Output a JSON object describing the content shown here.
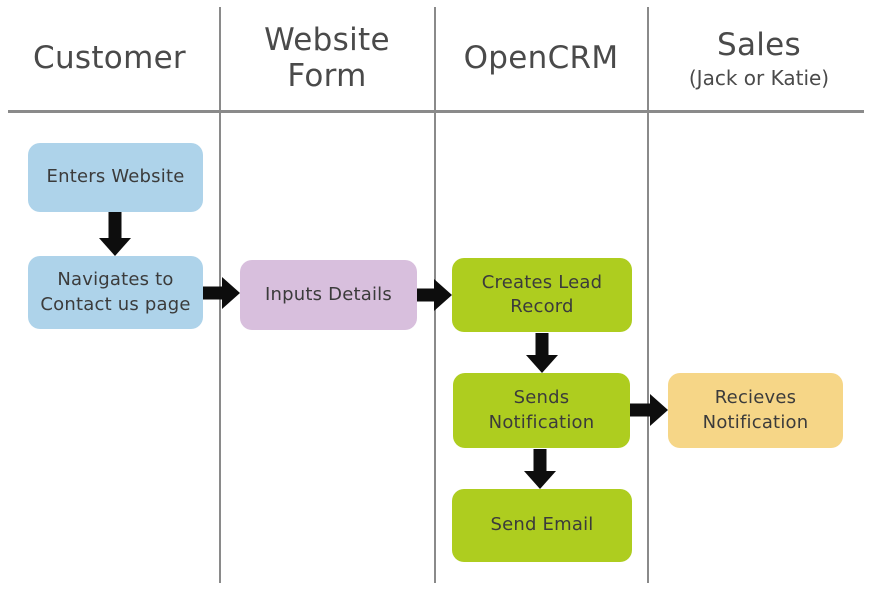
{
  "diagram_type": "swimlane-flowchart",
  "lanes": [
    {
      "label": "Customer"
    },
    {
      "label": "Website\nForm"
    },
    {
      "label": "OpenCRM"
    },
    {
      "label": "Sales",
      "sublabel": "(Jack or Katie)"
    }
  ],
  "nodes": {
    "enters_website": {
      "label": "Enters Website",
      "lane": "Customer"
    },
    "navigates_contact": {
      "label": "Navigates to\nContact us page",
      "lane": "Customer"
    },
    "inputs_details": {
      "label": "Inputs Details",
      "lane": "Website Form"
    },
    "creates_lead_record": {
      "label": "Creates Lead\nRecord",
      "lane": "OpenCRM"
    },
    "sends_notification": {
      "label": "Sends\nNotification",
      "lane": "OpenCRM"
    },
    "send_email": {
      "label": "Send Email",
      "lane": "OpenCRM"
    },
    "recieves_notification": {
      "label": "Recieves\nNotification",
      "lane": "Sales"
    }
  },
  "edges": [
    {
      "from": "enters_website",
      "to": "navigates_contact",
      "direction": "down"
    },
    {
      "from": "navigates_contact",
      "to": "inputs_details",
      "direction": "right"
    },
    {
      "from": "inputs_details",
      "to": "creates_lead_record",
      "direction": "right"
    },
    {
      "from": "creates_lead_record",
      "to": "sends_notification",
      "direction": "down"
    },
    {
      "from": "sends_notification",
      "to": "recieves_notification",
      "direction": "right"
    },
    {
      "from": "sends_notification",
      "to": "send_email",
      "direction": "down"
    }
  ],
  "colors": {
    "lane_customer": "#aed3ea",
    "lane_website_form": "#d8bfdd",
    "lane_opencrm": "#aecd1f",
    "lane_sales": "#f6d687",
    "arrow": "#0d0d0d",
    "line": "#8a8a8a",
    "box_text": "#3b3b3b",
    "header_text": "#4a4a4a"
  }
}
